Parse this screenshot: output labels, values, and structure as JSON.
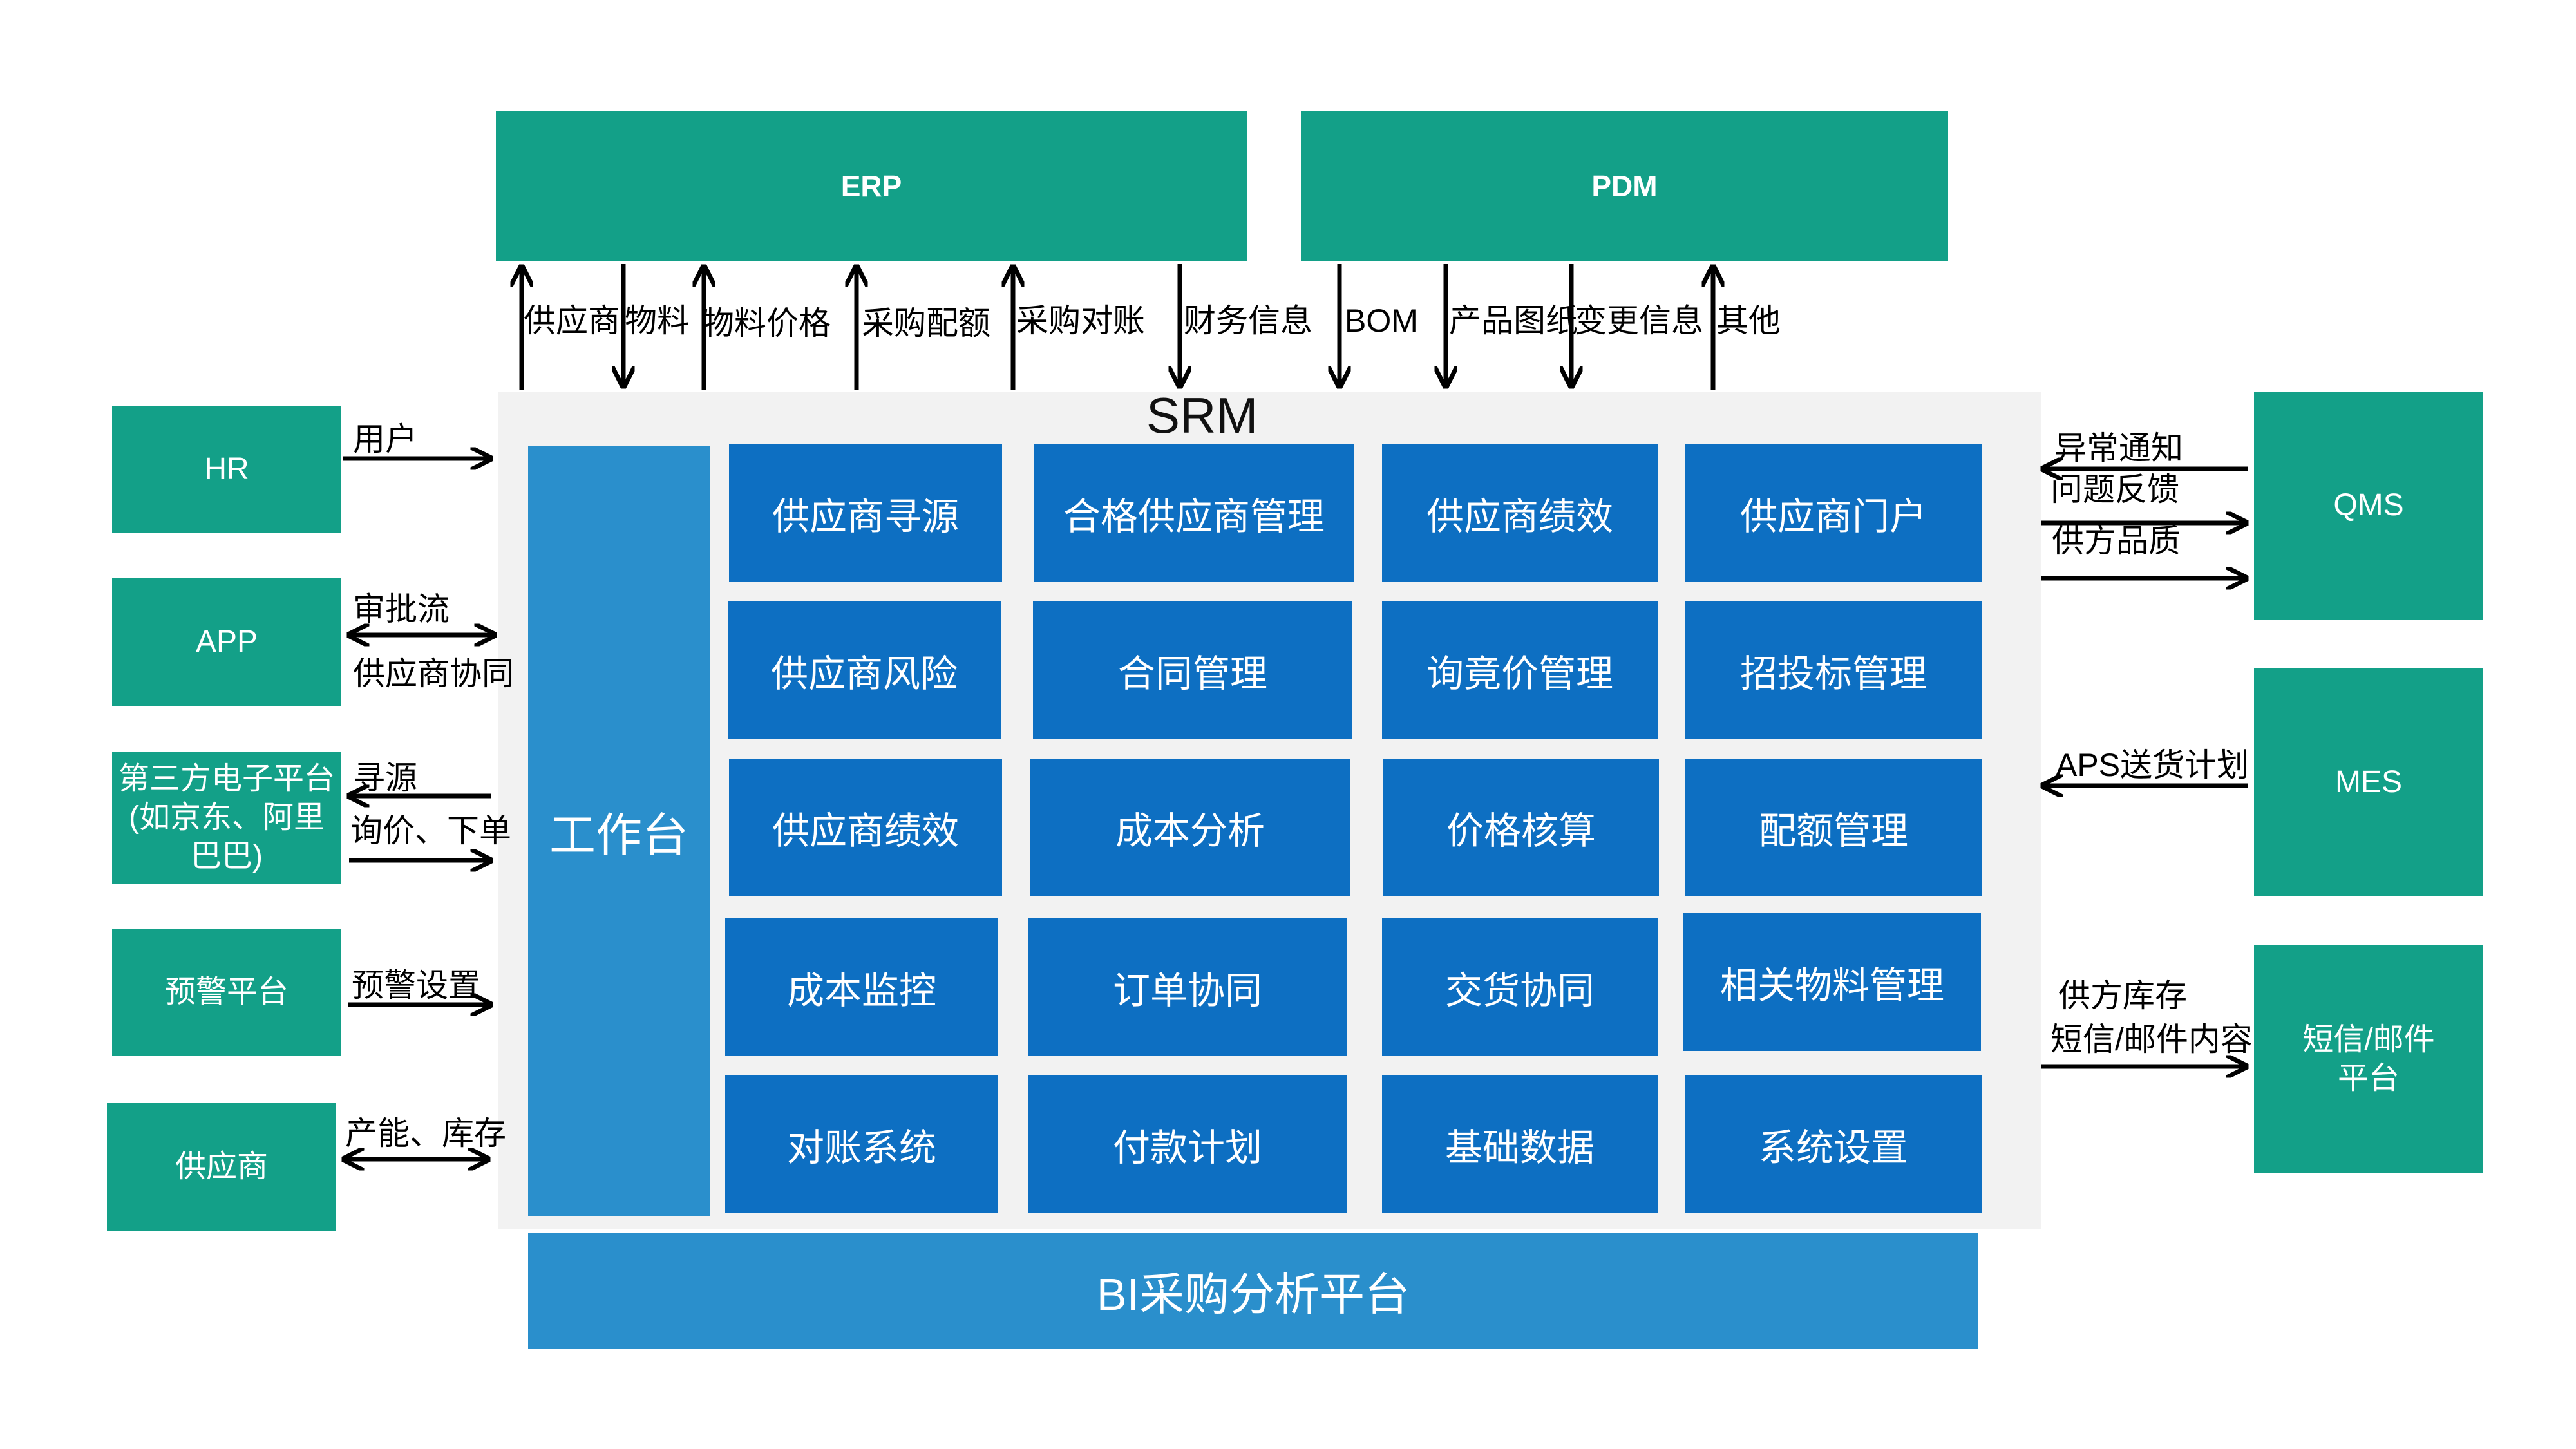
{
  "top_systems": {
    "erp": "ERP",
    "pdm": "PDM"
  },
  "top_labels": [
    "供应商",
    "物料",
    "物料价格",
    "采购配额",
    "采购对账",
    "财务信息",
    "BOM",
    "产品图纸",
    "变更信息",
    "其他"
  ],
  "srm": {
    "title": "SRM",
    "workbench": "工作台",
    "modules": [
      [
        "供应商寻源",
        "合格供应商管理",
        "供应商绩效",
        "供应商门户"
      ],
      [
        "供应商风险",
        "合同管理",
        "询竟价管理",
        "招投标管理"
      ],
      [
        "供应商绩效",
        "成本分析",
        "价格核算",
        "配额管理"
      ],
      [
        "成本监控",
        "订单协同",
        "交货协同",
        "相关物料管理"
      ],
      [
        "对账系统",
        "付款计划",
        "基础数据",
        "系统设置"
      ]
    ]
  },
  "bi_platform": "BI采购分析平台",
  "left_systems": [
    "HR",
    "APP",
    "第三方电子平台(如京东、阿里巴巴)",
    "预警平台",
    "供应商"
  ],
  "left_labels": {
    "hr": "用户",
    "app_1": "审批流",
    "app_2": "供应商协同",
    "third_1": "寻源",
    "third_2": "询价、下单",
    "warning": "预警设置",
    "supplier": "产能、库存"
  },
  "right_systems": [
    "QMS",
    "MES",
    "短信/邮件平台"
  ],
  "right_labels": {
    "qms_1": "异常通知",
    "qms_2": "问题反馈",
    "qms_3": "供方品质",
    "mes": "APS送货计划",
    "msg_1": "供方库存",
    "msg_2": "短信/邮件内容"
  },
  "colors": {
    "system_green": "#13a088",
    "module_blue": "#0d6fc2",
    "workbench_blue": "#2a8fcc",
    "srm_background": "#f2f2f2"
  }
}
